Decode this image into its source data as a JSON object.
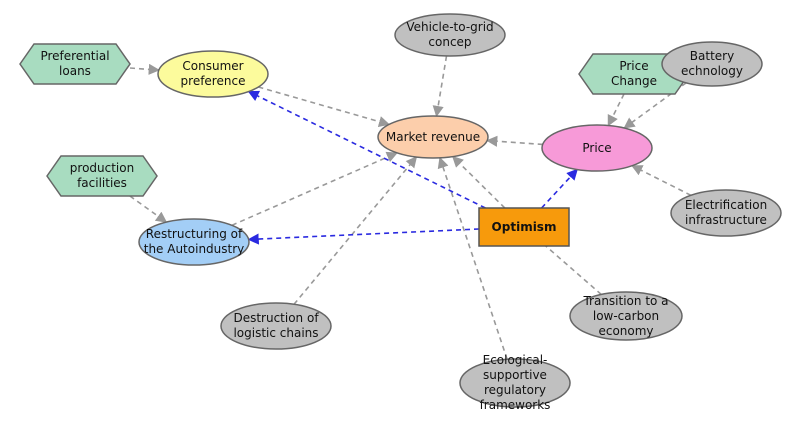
{
  "diagram": {
    "nodes": {
      "preferential_loans": {
        "label": "Preferential\nloans",
        "shape": "hexagon",
        "fill": "#a8dcc0"
      },
      "consumer_preference": {
        "label": "Consumer\npreference",
        "shape": "ellipse",
        "fill": "#fcfb9c"
      },
      "vehicle_to_grid": {
        "label": "Vehicle-to-grid\nconcep",
        "shape": "ellipse",
        "fill": "#c0c0c0"
      },
      "market_revenue": {
        "label": "Market revenue",
        "shape": "ellipse",
        "fill": "#fcceab"
      },
      "price_change": {
        "label": "Price\nChange",
        "shape": "hexagon",
        "fill": "#a8dcc0"
      },
      "battery_technology": {
        "label": "Battery\nechnology",
        "shape": "ellipse",
        "fill": "#c0c0c0"
      },
      "price": {
        "label": "Price",
        "shape": "ellipse",
        "fill": "#f79ad8"
      },
      "production_facilities": {
        "label": "production\nfacilities",
        "shape": "hexagon",
        "fill": "#a8dcc0"
      },
      "electrification_infrastructure": {
        "label": "Electrification\ninfrastructure",
        "shape": "ellipse",
        "fill": "#c0c0c0"
      },
      "optimism": {
        "label": "Optimism",
        "shape": "rect",
        "fill": "#f79a0c"
      },
      "restructuring": {
        "label": "Restructuring of\nthe Autoindustry",
        "shape": "ellipse",
        "fill": "#a3cef6"
      },
      "destruction_logistic": {
        "label": "Destruction of\nlogistic chains",
        "shape": "ellipse",
        "fill": "#c0c0c0"
      },
      "transition_low_carbon": {
        "label": "Transition to a\nlow-carbon\neconomy",
        "shape": "ellipse",
        "fill": "#c0c0c0"
      },
      "ecological_frameworks": {
        "label": "Ecological-\nsupportive\nregulatory\nframeworks",
        "shape": "ellipse",
        "fill": "#c0c0c0"
      }
    },
    "edges": [
      {
        "from": "preferential_loans",
        "to": "consumer_preference",
        "style": "dashed",
        "color": "#999999",
        "arrow": true
      },
      {
        "from": "consumer_preference",
        "to": "market_revenue",
        "style": "dashed",
        "color": "#999999",
        "arrow": true
      },
      {
        "from": "vehicle_to_grid",
        "to": "market_revenue",
        "style": "dashed",
        "color": "#999999",
        "arrow": true
      },
      {
        "from": "price",
        "to": "market_revenue",
        "style": "dashed",
        "color": "#999999",
        "arrow": true
      },
      {
        "from": "price_change",
        "to": "price",
        "style": "dashed",
        "color": "#999999",
        "arrow": true
      },
      {
        "from": "battery_technology",
        "to": "price",
        "style": "dashed",
        "color": "#999999",
        "arrow": true
      },
      {
        "from": "electrification_infrastructure",
        "to": "price",
        "style": "dashed",
        "color": "#999999",
        "arrow": true
      },
      {
        "from": "production_facilities",
        "to": "restructuring",
        "style": "dashed",
        "color": "#999999",
        "arrow": true
      },
      {
        "from": "restructuring",
        "to": "market_revenue",
        "style": "dashed",
        "color": "#999999",
        "arrow": true
      },
      {
        "from": "destruction_logistic",
        "to": "market_revenue",
        "style": "dashed",
        "color": "#999999",
        "arrow": true
      },
      {
        "from": "ecological_frameworks",
        "to": "market_revenue",
        "style": "dashed",
        "color": "#999999",
        "arrow": true
      },
      {
        "from": "optimism",
        "to": "market_revenue",
        "style": "dashed",
        "color": "#999999",
        "arrow": true
      },
      {
        "from": "transition_low_carbon",
        "to": "optimism",
        "style": "dashed",
        "color": "#999999",
        "arrow": false
      },
      {
        "from": "optimism",
        "to": "consumer_preference",
        "style": "dashed",
        "color": "#2a2ae0",
        "arrow": true
      },
      {
        "from": "optimism",
        "to": "restructuring",
        "style": "dashed",
        "color": "#2a2ae0",
        "arrow": true
      },
      {
        "from": "optimism",
        "to": "price",
        "style": "dashed",
        "color": "#2a2ae0",
        "arrow": true
      }
    ]
  }
}
